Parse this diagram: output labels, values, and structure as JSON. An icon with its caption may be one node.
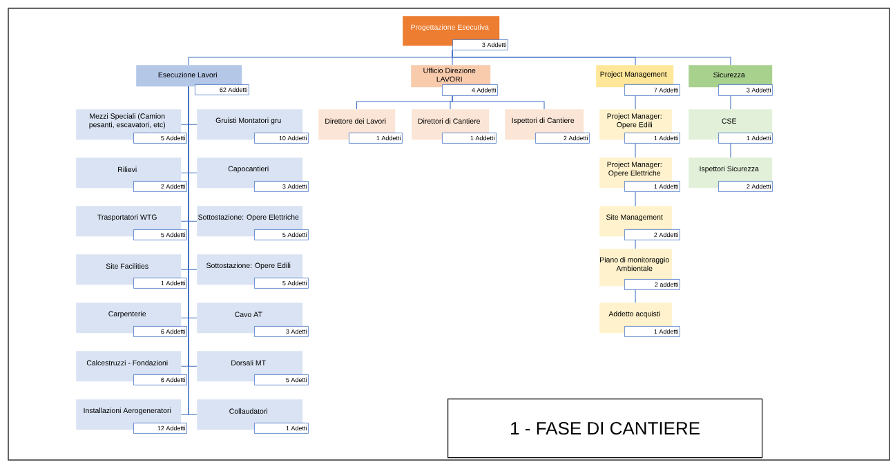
{
  "diagram": {
    "nodes": [
      {
        "text": [
          "Progettazione Esecutiva",
          "3 Addetti"
        ]
      },
      {
        "text": [
          "Esecuzione Lavori",
          "62 Addetti"
        ]
      },
      {
        "text": [
          "Ufficio Direzione LAVORI",
          "4 Addetti"
        ]
      },
      {
        "text": [
          "Project Management",
          "7 Addetti"
        ]
      },
      {
        "text": [
          "Sicurezza",
          "3 Addetti"
        ]
      },
      {
        "text": [
          "Mezzi Speciali (Camion pesanti, escavatori, etc)",
          "5 Addetti"
        ]
      },
      {
        "text": [
          "Gruisti Montatori gru",
          "10 Addetti"
        ]
      },
      {
        "text": [
          "Rilievi",
          "2 Addetti"
        ]
      },
      {
        "text": [
          "Capocantieri",
          "3 Addetti"
        ]
      },
      {
        "text": [
          "Trasportatori WTG",
          "5 Addetti"
        ]
      },
      {
        "text": [
          "Sottostazione: Opere Elettriche",
          "5 Addetti"
        ]
      },
      {
        "text": [
          "Site Facilities",
          "1 Addetti"
        ]
      },
      {
        "text": [
          "Sottostazione: Opere Edili",
          "5 Addetti"
        ]
      },
      {
        "text": [
          "Carpenterie",
          "6 Addetti"
        ]
      },
      {
        "text": [
          "Cavo AT",
          "3 Adetti"
        ]
      },
      {
        "text": [
          "Calcestruzzi - Fondazioni",
          "6 Addetti"
        ]
      },
      {
        "text": [
          "Dorsali MT",
          "5 Adetti"
        ]
      },
      {
        "text": [
          "Installazioni Aerogeneratori",
          "12 Addetti"
        ]
      },
      {
        "text": [
          "Collaudatori",
          "1 Adetti"
        ]
      },
      {
        "text": [
          "Direttore dei Lavori",
          "1 Addetti"
        ]
      },
      {
        "text": [
          "Direttori di Cantiere",
          "1 Addetti"
        ]
      },
      {
        "text": [
          "Ispettori di Cantiere",
          "2 Addetti"
        ]
      },
      {
        "text": [
          "Project Manager: Opere Edili",
          "1 Addetti"
        ]
      },
      {
        "text": [
          "Project Manager: Opere Elettriche",
          "1 Addetti"
        ]
      },
      {
        "text": [
          "Site Management",
          "2 Addetti"
        ]
      },
      {
        "text": [
          "Piano di monitoraggio Ambientale",
          "2 addetti"
        ]
      },
      {
        "text": [
          "Addetto acquisti",
          "1 Addetti"
        ]
      },
      {
        "text": [
          "CSE",
          "1 Addetti"
        ]
      },
      {
        "text": [
          "Ispettori Sicurezza",
          "2 Addetti"
        ]
      },
      {
        "text": [
          "1 - FASE DI CANTIERE"
        ]
      }
    ],
    "edges": [
      {
        "from": 0,
        "to": 1,
        "arrow": "none"
      },
      {
        "from": 0,
        "to": 2,
        "arrow": "none"
      },
      {
        "from": 0,
        "to": 3,
        "arrow": "none"
      },
      {
        "from": 0,
        "to": 4,
        "arrow": "none"
      },
      {
        "from": 1,
        "to": 5,
        "arrow": "none"
      },
      {
        "from": 1,
        "to": 6,
        "arrow": "none"
      },
      {
        "from": 1,
        "to": 7,
        "arrow": "none"
      },
      {
        "from": 1,
        "to": 8,
        "arrow": "none"
      },
      {
        "from": 1,
        "to": 9,
        "arrow": "none"
      },
      {
        "from": 1,
        "to": 10,
        "arrow": "none"
      },
      {
        "from": 1,
        "to": 11,
        "arrow": "none"
      },
      {
        "from": 1,
        "to": 12,
        "arrow": "none"
      },
      {
        "from": 1,
        "to": 13,
        "arrow": "none"
      },
      {
        "from": 1,
        "to": 14,
        "arrow": "none"
      },
      {
        "from": 1,
        "to": 15,
        "arrow": "none"
      },
      {
        "from": 1,
        "to": 16,
        "arrow": "none"
      },
      {
        "from": 1,
        "to": 17,
        "arrow": "none"
      },
      {
        "from": 1,
        "to": 18,
        "arrow": "none"
      },
      {
        "from": 2,
        "to": 19,
        "arrow": "none"
      },
      {
        "from": 2,
        "to": 20,
        "arrow": "none"
      },
      {
        "from": 2,
        "to": 21,
        "arrow": "none"
      },
      {
        "from": 3,
        "to": 22,
        "arrow": "none"
      },
      {
        "from": 22,
        "to": 23,
        "arrow": "none"
      },
      {
        "from": 23,
        "to": 24,
        "arrow": "none"
      },
      {
        "from": 24,
        "to": 25,
        "arrow": "none"
      },
      {
        "from": 25,
        "to": 26,
        "arrow": "none"
      },
      {
        "from": 4,
        "to": 27,
        "arrow": "none"
      },
      {
        "from": 27,
        "to": 28,
        "arrow": "none"
      }
    ]
  }
}
